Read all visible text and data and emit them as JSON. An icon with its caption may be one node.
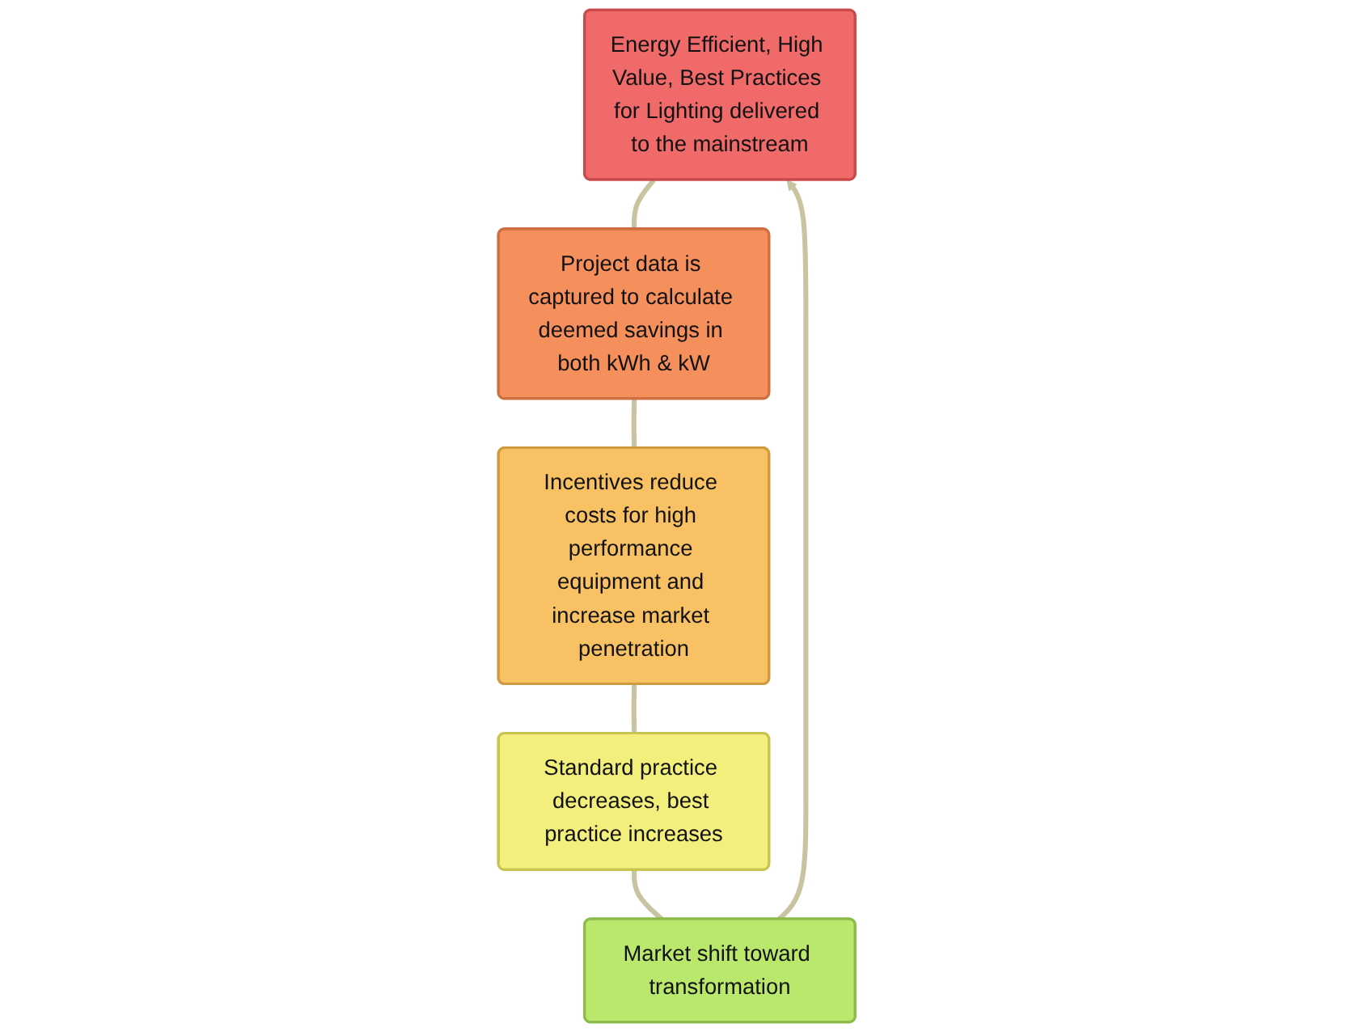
{
  "diagram": {
    "nodes": [
      {
        "text": [
          "Energy Efficient, High Value, Best Practices for Lighting delivered to the mainstream"
        ]
      },
      {
        "text": [
          "Project data is captured to calculate deemed savings in both kWh & kW"
        ]
      },
      {
        "text": [
          "Incentives reduce costs for high performance equipment and increase market penetration"
        ]
      },
      {
        "text": [
          "Standard practice decreases, best practice increases"
        ]
      },
      {
        "text": [
          "Market shift toward transformation"
        ]
      }
    ],
    "edges": [
      {
        "from": 0,
        "to": 1,
        "arrow": "none"
      },
      {
        "from": 1,
        "to": 2,
        "arrow": "none"
      },
      {
        "from": 2,
        "to": 3,
        "arrow": "none"
      },
      {
        "from": 3,
        "to": 4,
        "arrow": "none"
      },
      {
        "from": 4,
        "to": 0,
        "arrow": "to"
      }
    ]
  }
}
